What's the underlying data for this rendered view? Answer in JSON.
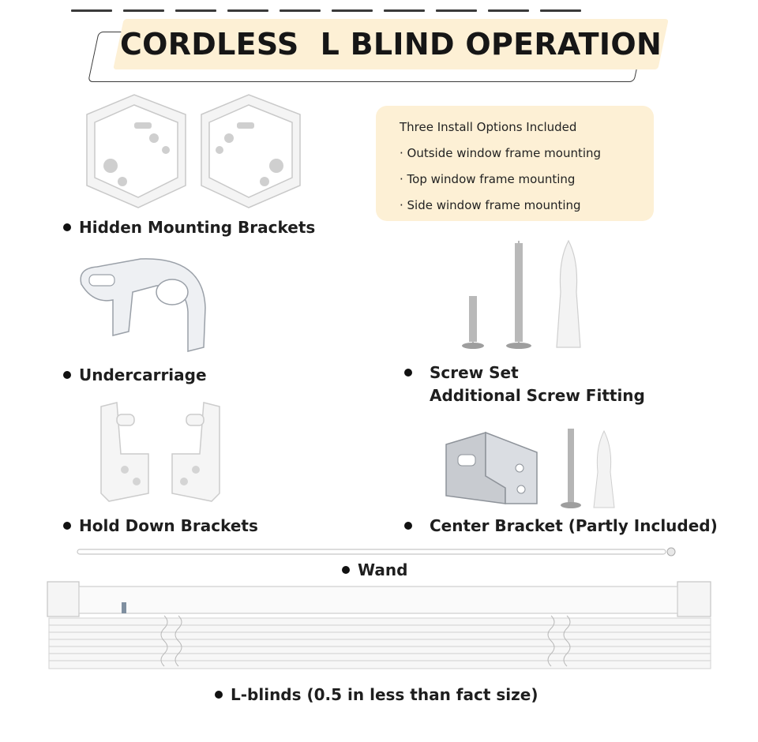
{
  "title": "CORDLESS  L BLIND OPERATION",
  "install_options": {
    "heading": "Three Install Options Included",
    "items": [
      "· Outside window frame mounting",
      "· Top window frame mounting",
      "· Side window frame mounting"
    ]
  },
  "parts": {
    "hidden_brackets": "Hidden Mounting Brackets",
    "undercarriage": "Undercarriage",
    "screw_set": "Screw Set",
    "screw_set_sub": "Additional Screw Fitting",
    "hold_down": "Hold Down Brackets",
    "center_bracket": "Center Bracket (Partly Included)",
    "wand": "Wand",
    "l_blinds": "L-blinds (0.5 in less than fact size)"
  },
  "colors": {
    "highlight": "#fdf0d5",
    "text": "#1c1c1c"
  }
}
